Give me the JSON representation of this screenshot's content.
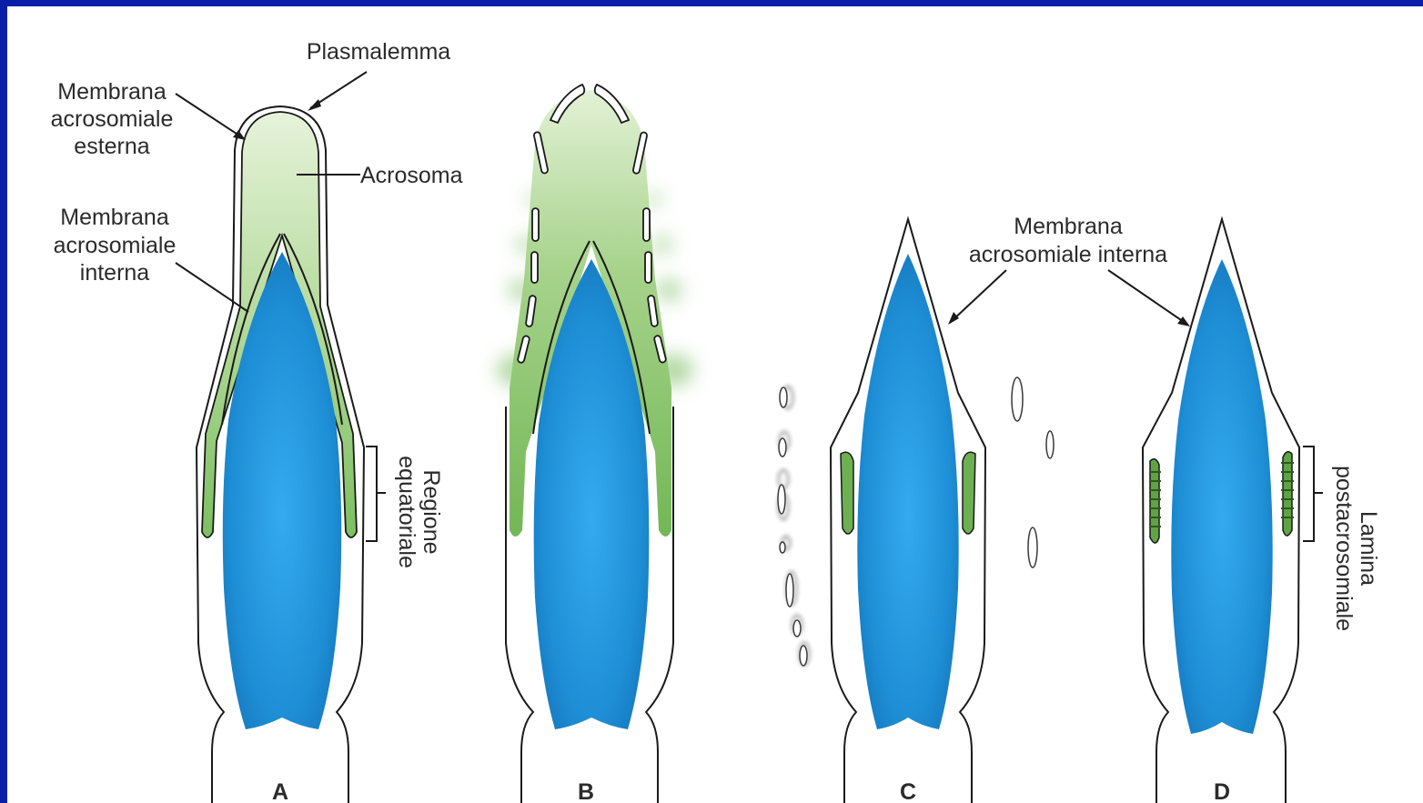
{
  "colors": {
    "frame_border": "#0a1fa8",
    "background": "#ffffff",
    "nucleus": "#1e8fd6",
    "acrosome_light": "#d8ecc6",
    "acrosome_green": "#74b95a",
    "stripe_dark": "#2f5a1e",
    "outline": "#1a1a1a"
  },
  "labels": {
    "plasmalemma": "Plasmalemma",
    "oam_1": "Membrana",
    "oam_2": "acrosomiale",
    "oam_3": "esterna",
    "acrosome": "Acrosoma",
    "iam_a_1": "Membrana",
    "iam_a_2": "acrosomiale",
    "iam_a_3": "interna",
    "equatorial_1": "Regione",
    "equatorial_2": "equatoriale",
    "iam_c_1": "Membrana",
    "iam_c_2": "acrosomiale interna",
    "postacro_1": "Lamina",
    "postacro_2": "postacrosomiale"
  },
  "panels": {
    "a": "A",
    "b": "B",
    "c": "C",
    "d": "D"
  }
}
